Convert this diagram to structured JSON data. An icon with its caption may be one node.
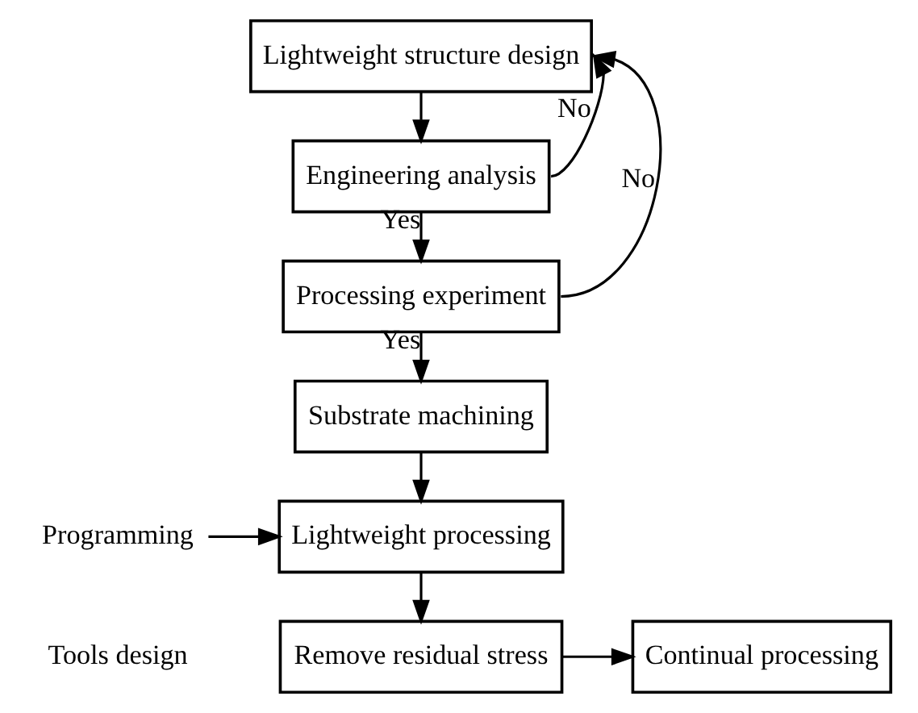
{
  "diagram": {
    "nodes": [
      {
        "text": [
          "Lightweight structure design"
        ]
      },
      {
        "text": [
          "Engineering analysis"
        ]
      },
      {
        "text": [
          "Processing experiment"
        ]
      },
      {
        "text": [
          "Substrate machining"
        ]
      },
      {
        "text": [
          "Lightweight processing"
        ]
      },
      {
        "text": [
          "Remove residual stress"
        ]
      },
      {
        "text": [
          "Continual processing"
        ]
      },
      {
        "text": [
          "Programming"
        ]
      }
    ],
    "edges": [
      {
        "from": 0,
        "to": 1,
        "arrow": "to"
      },
      {
        "from": 1,
        "to": 2,
        "arrow": "to",
        "label": "Yes"
      },
      {
        "from": 1,
        "to": 0,
        "arrow": "to",
        "label": "No"
      },
      {
        "from": 2,
        "to": 0,
        "arrow": "to",
        "label": "No"
      },
      {
        "from": 2,
        "to": 3,
        "arrow": "to",
        "label": "Yes"
      },
      {
        "from": 3,
        "to": 4,
        "arrow": "to"
      },
      {
        "from": 7,
        "to": 4,
        "arrow": "to"
      },
      {
        "from": 4,
        "to": 5,
        "arrow": "to"
      },
      {
        "from": 5,
        "to": 6,
        "arrow": "to"
      }
    ],
    "labels": [
      "Tools design"
    ]
  }
}
